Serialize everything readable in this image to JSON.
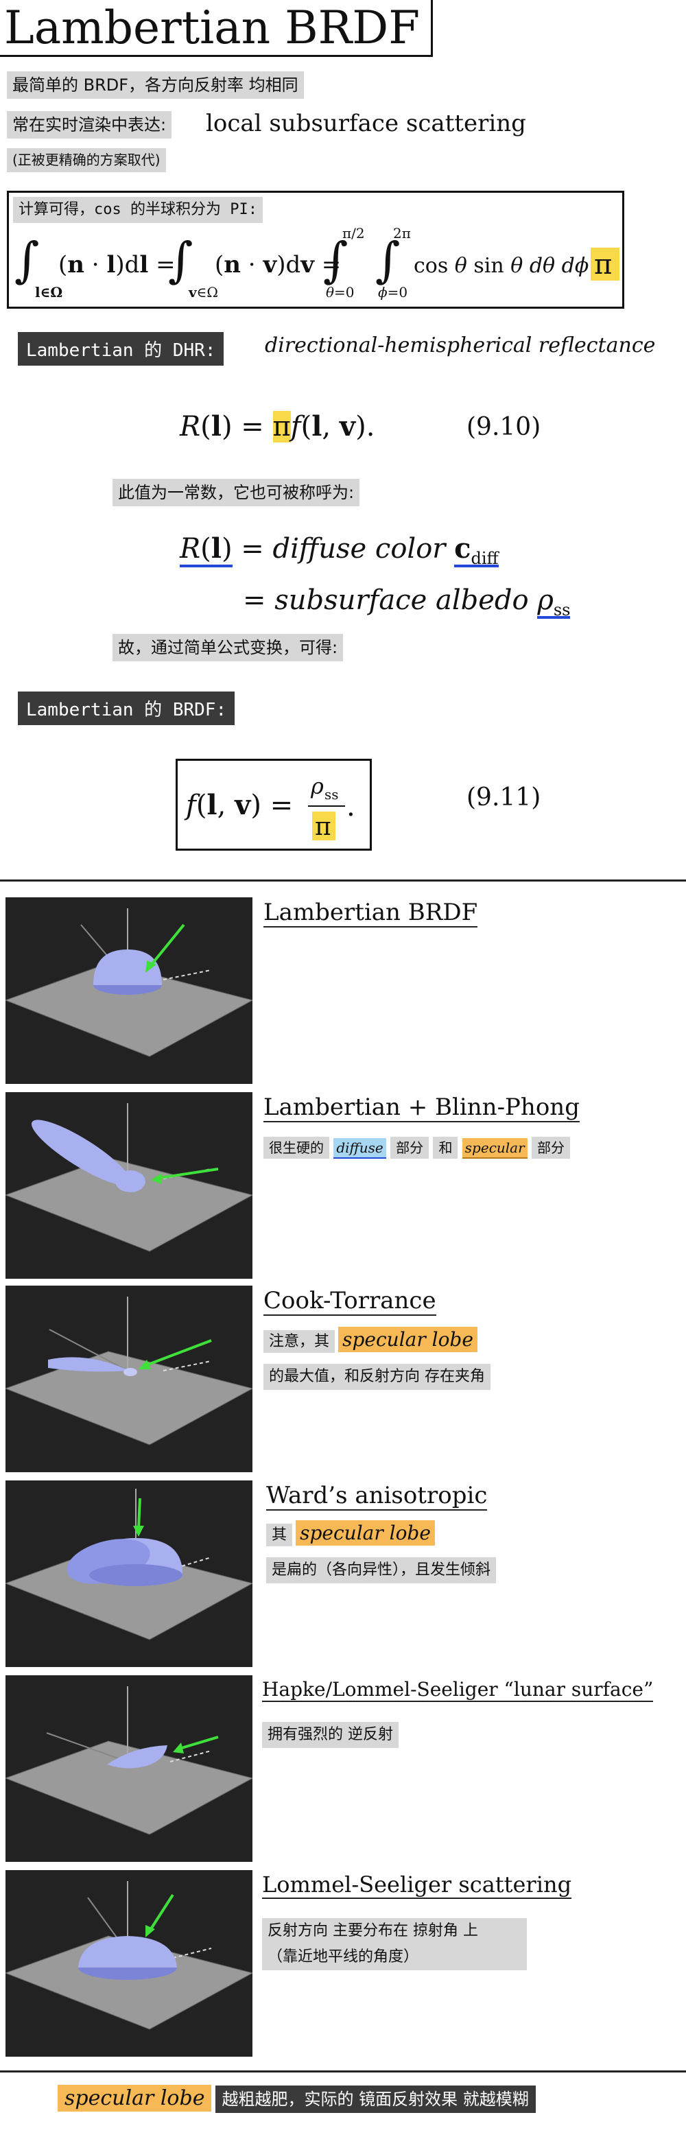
{
  "title": "Lambertian BRDF",
  "intro": {
    "line1": "最简单的 BRDF，各方向反射率 均相同",
    "line2": "常在实时渲染中表达:",
    "line2_tail": "local subsurface scattering",
    "line3": "(正被更精确的方案取代)"
  },
  "integral": {
    "label": "计算可得，cos 的半球积分为 PI:",
    "pi": "π"
  },
  "dhr": {
    "label": "Lambertian 的 DHR:",
    "text": "directional-hemispherical reflectance",
    "eq_number": "(9.10)",
    "const_note": "此值为一常数，它也可被称呼为:",
    "diffuse": "diffuse  color",
    "cdiff": "c",
    "cdiff_sub": "diff",
    "subsurface": "subsurface  albedo",
    "rho": "ρ",
    "rho_sub": "ss",
    "derive_note": "故，通过简单公式变换，可得:"
  },
  "brdf": {
    "label": "Lambertian 的 BRDF:",
    "eq_number": "(9.11)"
  },
  "models": [
    {
      "title": "Lambertian BRDF",
      "notes": []
    },
    {
      "title": "Lambertian + Blinn-Phong",
      "note_parts": [
        "很生硬的",
        "diffuse",
        "部分",
        "和",
        "specular",
        "部分"
      ]
    },
    {
      "title": "Cook-Torrance",
      "note_a": "注意，其",
      "note_hl": "specular lobe",
      "note_b": "的最大值，和反射方向 存在夹角"
    },
    {
      "title": "Ward’s anisotropic",
      "note_a": "其",
      "note_hl": "specular lobe",
      "note_b": "是扁的（各向异性），且发生倾斜"
    },
    {
      "title": "Hapke/Lommel-Seeliger “lunar surface”",
      "note": "拥有强烈的 逆反射"
    },
    {
      "title": "Lommel-Seeliger scattering",
      "note1": "反射方向 主要分布在 掠射角 上",
      "note2": "（靠近地平线的角度）"
    }
  ],
  "footer": {
    "hl": "specular lobe",
    "text": "越粗越肥，实际的 镜面反射效果 就越模糊"
  },
  "colors": {
    "highlight_yellow": "#f7d94a",
    "highlight_orange": "#f6b956",
    "highlight_blue": "#a7d6f2",
    "underline_blue": "#2448d8",
    "label_dark": "#3a3a3a",
    "label_gray": "#d7d7d7",
    "arrow_green": "#3fe03a"
  }
}
